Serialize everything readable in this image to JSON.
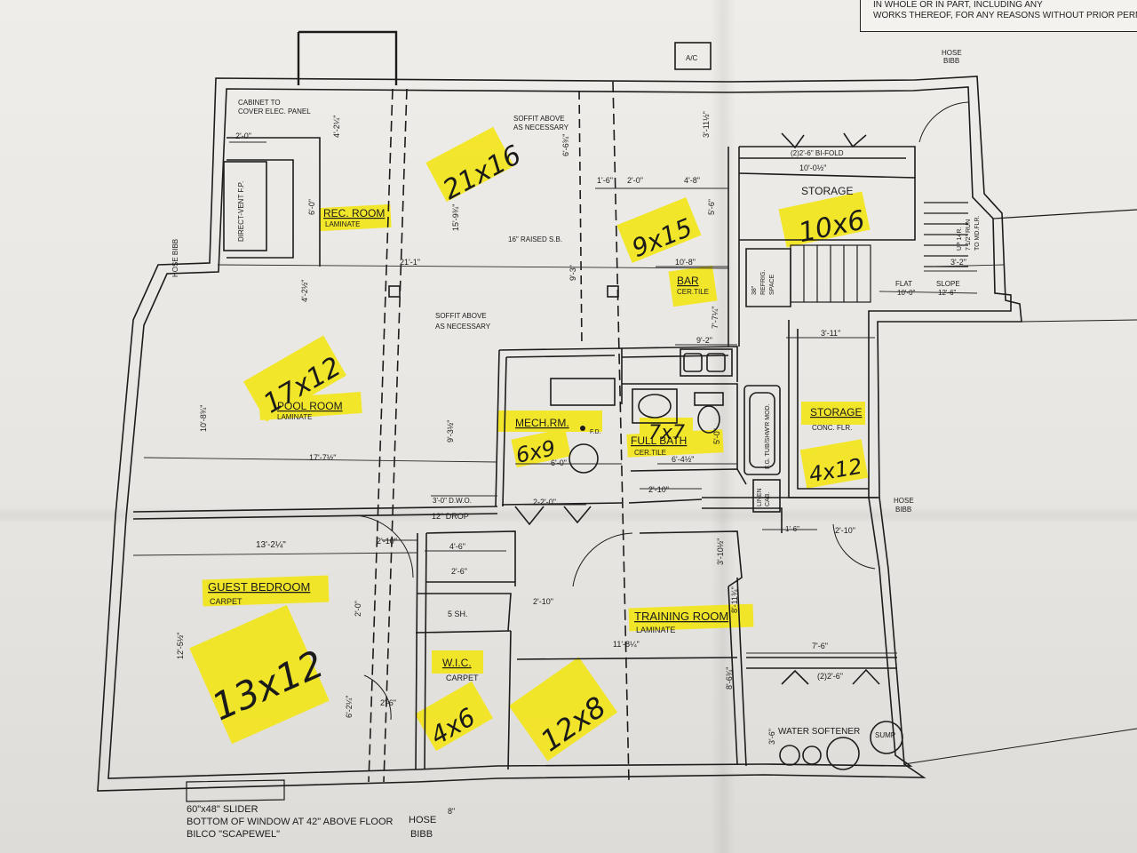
{
  "disclaimer": {
    "line1": "IN WHOLE OR IN PART, INCLUDING ANY",
    "line2": "WORKS THEREOF, FOR ANY REASONS WITHOUT PRIOR PERMISSI..."
  },
  "labels": {
    "ac": "A/C",
    "hose_bibb_top": [
      "HOSE",
      "BIBB"
    ],
    "hose_bibb_left": "HOSE BIBB",
    "hose_bibb_right": [
      "HOSE",
      "BIBB"
    ],
    "hose_bibb_bottom": [
      "HOSE",
      "BIBB"
    ],
    "cabinet": [
      "CABINET TO",
      "COVER ELEC. PANEL"
    ],
    "fireplace": "DIRECT-VENT F.P.",
    "soffit_top": [
      "SOFFIT ABOVE",
      "AS NECESSARY"
    ],
    "soffit_mid": [
      "SOFFIT ABOVE",
      "AS NECESSARY"
    ],
    "raised_sb": "16\" RAISED S.B.",
    "bifold_top": "(2)2'-6\" BI-FOLD",
    "bifold_bottom": "(2)2'-6\"",
    "refrig": [
      "38\"",
      "REFRIG.",
      "SPACE"
    ],
    "stair_note": [
      "UP 14R.",
      "7 1/2\" RUN",
      "TO MD.FLR."
    ],
    "flat": "FLAT",
    "slope": "SLOPE",
    "fd": "F.D.",
    "dwo": "3'-0\" D.W.O.",
    "drop": "12\" DROP",
    "shelves": "5 SH.",
    "linen": [
      "LINEN",
      "CAB."
    ],
    "tub": "F.G. TUB/SHW'R MOD.",
    "water_softener": "WATER SOFTENER",
    "sump": "SUMP",
    "slider": [
      "60\"x48\" SLIDER",
      "BOTTOM OF WINDOW AT 42\" ABOVE FLOOR",
      "BILCO \"SCAPEWEL\""
    ]
  },
  "rooms": {
    "rec": {
      "name": "REC. ROOM",
      "finish": "LAMINATE"
    },
    "pool": {
      "name": "POOL ROOM",
      "finish": "LAMINATE"
    },
    "bar": {
      "name": "BAR",
      "finish": "CER.TILE"
    },
    "storage_top": {
      "name": "STORAGE"
    },
    "storage_right": {
      "name": "STORAGE",
      "finish": "CONC. FLR."
    },
    "mech": {
      "name": "MECH.RM."
    },
    "bath": {
      "name": "FULL BATH",
      "finish": "CER.TILE"
    },
    "guest": {
      "name": "GUEST BEDROOM",
      "finish": "CARPET"
    },
    "wic": {
      "name": "W.I.C.",
      "finish": "CARPET"
    },
    "training": {
      "name": "TRAINING ROOM",
      "finish": "LAMINATE"
    }
  },
  "dimensions": {
    "d_2_0": "2'-0\"",
    "d_4_2q": "4'-2¼\"",
    "d_6_0": "6'-0\"",
    "d_15_9": "15'-9¾\"",
    "d_6_6": "6'-6¾\"",
    "d_3_11": "3'-11½\"",
    "d_10_0h": "10'-0½\"",
    "d_1_6": "1'-6\"",
    "d_2_0b": "2'-0\"",
    "d_4_8": "4'-8\"",
    "d_5_6": "5'-6\"",
    "d_21_1": "21'-1\"",
    "d_10_8": "10'-8\"",
    "d_9_3": "9'-3\"",
    "d_4_2r": "4'-2½\"",
    "d_7_7": "7'-7¼\"",
    "d_9_2": "9'-2\"",
    "d_3_11b": "3'-11\"",
    "d_10_8b": "10'-8¾\"",
    "d_17_7": "17'-7½\"",
    "d_9_3b": "9'-3½\"",
    "d_6_0b": "6'-0\"",
    "d_6_4": "6'-4½\"",
    "d_5_0": "5'-0\"",
    "d_2_2": "2-2'-0\"",
    "d_2_10a": "2'-10\"",
    "d_2_10b": "2'-10\"",
    "d_13_2": "13'-2¼\"",
    "d_2_10c": "2'-10\"",
    "d_4_6": "4'-6\"",
    "d_2_6": "2'-6\"",
    "d_2_10d": "2'-10\"",
    "d_3_10": "3'-10½\"",
    "d_8_11": "8'-11¾\"",
    "d_12_5": "12'-5½\"",
    "d_2_0c": "2'-0\"",
    "d_11_8": "11'-8¼\"",
    "d_8_6": "8'-6¾\"",
    "d_7_6": "7'-6\"",
    "d_6_2": "6'-2¼\"",
    "d_2_6b": "2'-6\"",
    "d_3_6": "3'-6\"",
    "d_1_6b": "1'-6\"",
    "d_10_0": "10'-0\"",
    "d_12_6": "12'-6\"",
    "d_3_2": "3'-2\"",
    "d_8": "8\""
  },
  "handwritten": {
    "rec": "21x16",
    "bar": "9x15",
    "storage": "10x6",
    "pool": "17x12",
    "mech": "6x9",
    "bath": "7x7",
    "storage_right": "4x12",
    "guest": "13x12",
    "wic": "4x6",
    "training": "12x8"
  },
  "colors": {
    "highlighter": "#f4e60a",
    "ink": "#1b1b1b",
    "paper": "#ebe9e5"
  }
}
